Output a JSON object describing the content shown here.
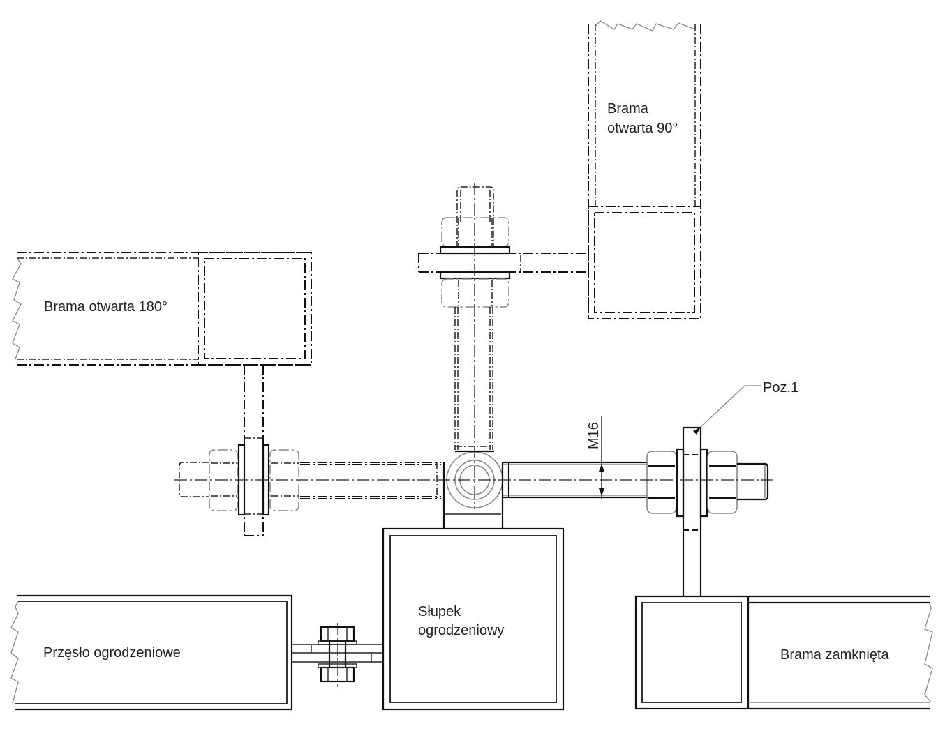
{
  "labels": {
    "gate_open_180": "Brama otwarta 180°",
    "gate_open_90_line1": "Brama",
    "gate_open_90_line2": "otwarta 90°",
    "fence_panel": "Przęsło ogrodzeniowe",
    "post_line1": "Słupek",
    "post_line2": "ogrodzeniowy",
    "gate_closed": "Brama zamknięta",
    "thread_dimension": "M16",
    "position_callout": "Poz.1"
  },
  "colors": {
    "line": "#111111",
    "text": "#222222",
    "background": "#ffffff"
  }
}
